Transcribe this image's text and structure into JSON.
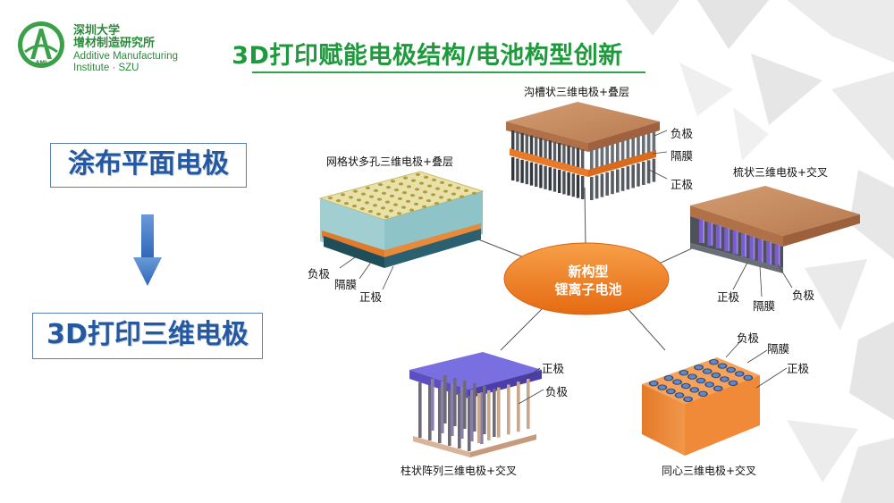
{
  "logo": {
    "badge_text": "AMI",
    "cn_line1": "深圳大学",
    "cn_line2": "增材制造研究所",
    "en_line1": "Additive Manufacturing",
    "en_line2": "Institute · SZU"
  },
  "title": "3D打印赋能电极结构/电池构型创新",
  "left_flow": {
    "box_top": "涂布平面电极",
    "box_bottom": "3D打印三维电极"
  },
  "center": {
    "line1": "新构型",
    "line2": "锂离子电池"
  },
  "structures": {
    "mesh": {
      "caption": "网格状多孔三维电极+叠层",
      "neg": "负极",
      "sep": "隔膜",
      "pos": "正极"
    },
    "groove": {
      "caption": "沟槽状三维电极+叠层",
      "neg": "负极",
      "sep": "隔膜",
      "pos": "正极"
    },
    "comb": {
      "caption": "梳状三维电极+交叉",
      "pos": "正极",
      "sep": "隔膜",
      "neg": "负极"
    },
    "pillar": {
      "caption": "柱状阵列三维电极+交叉",
      "pos": "正极",
      "neg": "负极"
    },
    "concentric": {
      "caption": "同心三维电极+交叉",
      "neg": "负极",
      "sep": "隔膜",
      "pos": "正极"
    }
  },
  "colors": {
    "title_green": "#1e9a3c",
    "box_text_blue": "#2458a0",
    "arrow_blue": "#3f78c8",
    "center_orange": "#f07a1c",
    "copper": "#c8875a",
    "separator_orange": "#e87a2a",
    "electrode_dark": "#555a62",
    "purple": "#7a5ccf"
  }
}
